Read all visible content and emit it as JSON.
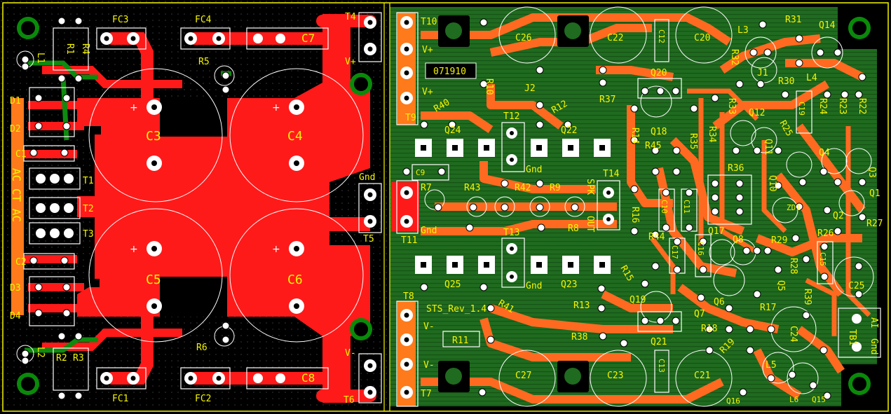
{
  "board": {
    "name": "STS_Rev_1.4",
    "colors": {
      "background": "#000000",
      "ground_pour": "#1f6b1f",
      "copper": "#ff1a1a",
      "copper_alt": "#ff6a20",
      "silkscreen": "#f5f500",
      "pad": "#ffffff",
      "mount_hole": "#0a8a0a"
    }
  },
  "labels": {
    "FC3": "FC3",
    "FC4": "FC4",
    "FC1": "FC1",
    "FC2": "FC2",
    "C7": "C7",
    "C8": "C8",
    "C3": "C3",
    "C4": "C4",
    "C5": "C5",
    "C6": "C6",
    "R1": "R1",
    "R4": "R4",
    "R2": "R2",
    "R3": "R3",
    "R5": "R5",
    "R6": "R6",
    "L1": "L1",
    "L2": "L2",
    "D1": "D1",
    "D2": "D2",
    "D3": "D3",
    "D4": "D4",
    "C1": "C1",
    "C2": "C2",
    "T1": "T1",
    "T2": "T2",
    "T3": "T3",
    "AC_CT_AC": "AC CT AC",
    "T4": "T4",
    "T5": "T5",
    "T6": "T6",
    "Vplus1": "V+",
    "Vminus1": "V-",
    "Gnd1": "Gnd",
    "T10": "T10",
    "T9": "T9",
    "T11": "T11",
    "T8": "T8",
    "T7": "T7",
    "Vplus2": "V+",
    "Vplus3": "V+",
    "Vminus2": "V-",
    "Vminus3": "V-",
    "Gnd2": "Gnd",
    "code": "071910",
    "R40": "R40",
    "R10": "R10",
    "J2": "J2",
    "R12": "R12",
    "R37": "R37",
    "C26": "C26",
    "C22": "C22",
    "C12": "C12",
    "C20": "C20",
    "Q20": "Q20",
    "Q18": "Q18",
    "Q24": "Q24",
    "T12": "T12",
    "Q22": "Q22",
    "Gnd3": "Gnd",
    "C9": "C9",
    "R7": "R7",
    "R43": "R43",
    "R42": "R42",
    "R9": "R9",
    "SPK": "SPK",
    "OUT": "OUT",
    "T14": "T14",
    "R8": "R8",
    "T13": "T13",
    "Q25": "Q25",
    "Gnd4": "Gnd",
    "Q23": "Q23",
    "R41": "R41",
    "R13": "R13",
    "R38": "R38",
    "R11": "R11",
    "Q19": "Q19",
    "Q21": "Q21",
    "R15": "R15",
    "C27": "C27",
    "C23": "C23",
    "C13": "C13",
    "C21": "C21",
    "R14": "R14",
    "R45": "R45",
    "R16": "R16",
    "R44": "R44",
    "C10": "C10",
    "C11": "C11",
    "C17": "C17",
    "C16": "C16",
    "Q17": "Q17",
    "Q8": "Q8",
    "Q6": "Q6",
    "Q7": "Q7",
    "R36": "R36",
    "R33": "R33",
    "R34": "R34",
    "R35": "R35",
    "R31": "R31",
    "Q14": "Q14",
    "L3": "L3",
    "R32": "R32",
    "J1": "J1",
    "R30": "R30",
    "L4": "L4",
    "Q12": "Q12",
    "C19": "C19",
    "R24": "R24",
    "R23": "R23",
    "R22": "R22",
    "Q4": "Q4",
    "Q3": "Q3",
    "Q1": "Q1",
    "Q2": "Q2",
    "Q5": "Q5",
    "Q10": "Q10",
    "Q11": "Q11",
    "R25": "R25",
    "R27": "R27",
    "R26": "R26",
    "R29": "R29",
    "ZD1": "ZD1",
    "R28": "R28",
    "C15": "C15",
    "R39": "R39",
    "C25": "C25",
    "R17": "R17",
    "R18": "R18",
    "R19": "R19",
    "C24": "C24",
    "L5": "L5",
    "L6": "L6",
    "Q16": "Q16",
    "Q15": "Q15",
    "TB1": "TB1",
    "AI": "AI",
    "Gnd5": "Gnd"
  }
}
